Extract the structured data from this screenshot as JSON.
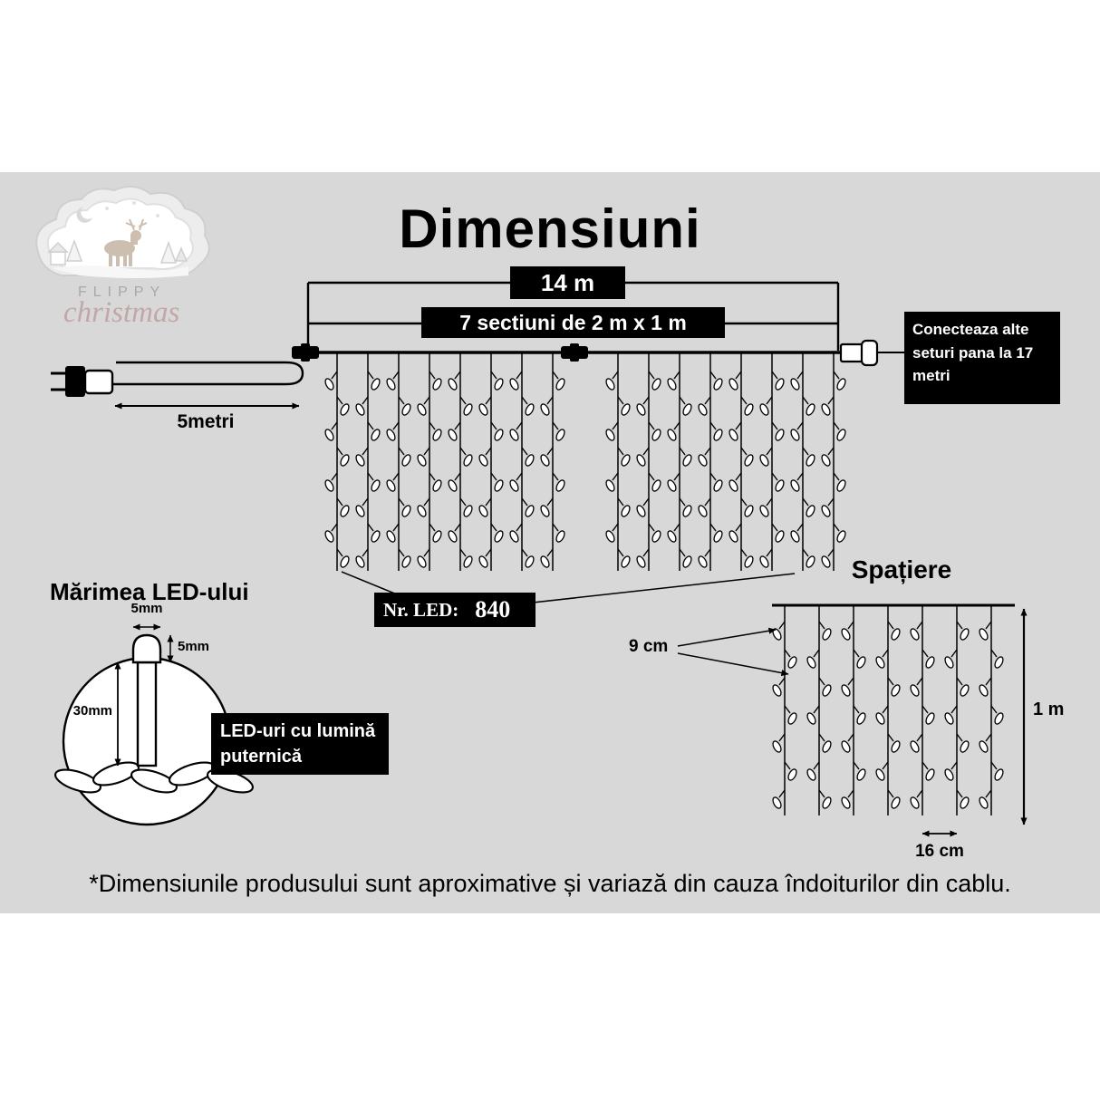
{
  "title": "Dimensiuni",
  "logo": {
    "brand_top": "FLIPPY",
    "brand_bottom": "christmas"
  },
  "dimensions": {
    "total_length_label": "14 m",
    "sections_label": "7 sectiuni de 2 m x 1 m",
    "connect_note": "Conecteaza alte seturi pana la 17 metri",
    "lead_length_label": "5metri",
    "led_count_label": "Nr. LED:",
    "led_count_value": "840"
  },
  "curtain": {
    "groups": 2,
    "strings_per_group": 8,
    "leds_per_string": 8
  },
  "spacing": {
    "heading": "Spațiere",
    "vertical_led_gap": "9 cm",
    "drop_height": "1 m",
    "string_gap": "16 cm",
    "strings": 7,
    "leds_per_string": 7
  },
  "led_size": {
    "heading": "Mărimea LED-ului",
    "cap_width": "5mm",
    "cap_height": "5mm",
    "body_height": "30mm",
    "note_line1": "LED-uri cu lumină",
    "note_line2": "puternică"
  },
  "footnote": "*Dimensiunile produsului sunt aproximative și variază din cauza îndoiturilor din cablu.",
  "colors": {
    "band": "#d8d8d8",
    "ink": "#000000",
    "box_bg": "#000000",
    "box_text": "#ffffff"
  }
}
